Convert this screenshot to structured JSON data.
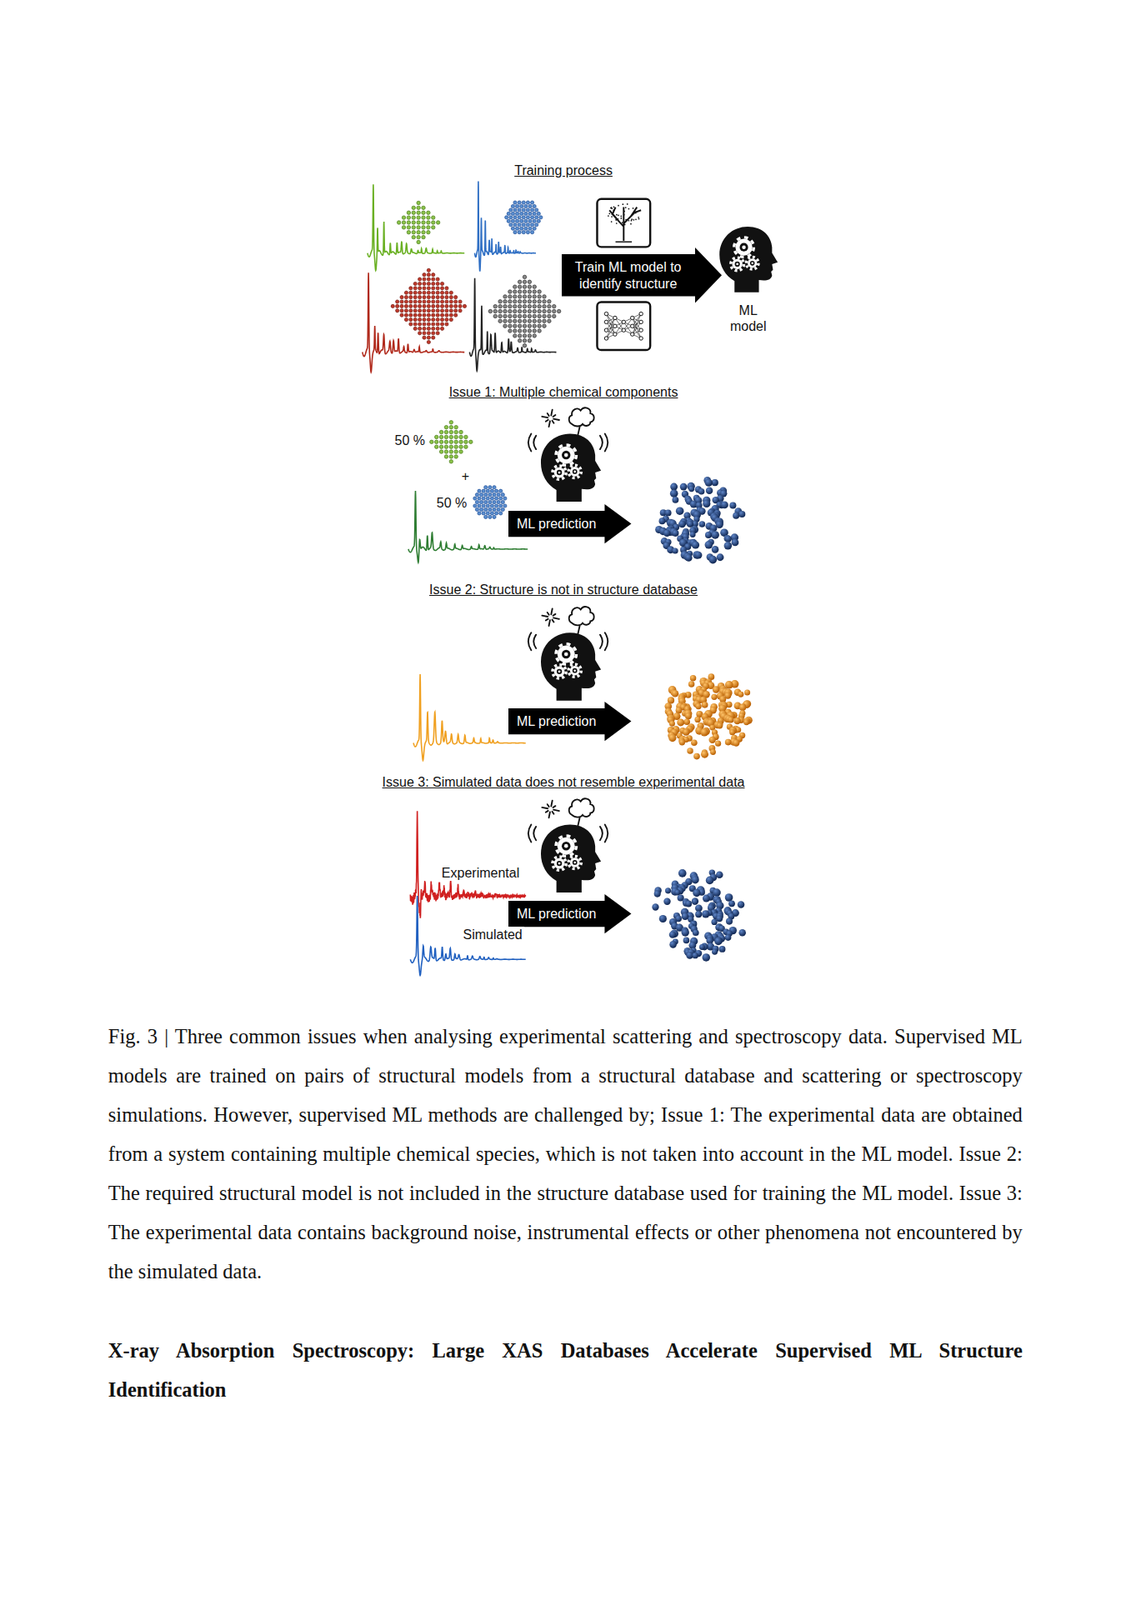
{
  "diagram": {
    "caption": "Fig. 3 | Three common issues when analysing experimental scattering and spectroscopy data. Supervised ML models are trained on pairs of structural models from a structural database and scattering or spectroscopy simulations. However, supervised ML methods are challenged by; Issue 1: The experimental data are obtained from a system containing multiple chemical species, which is not taken into account in the ML model. Issue 2: The required structural model is not included in the structure database used for training the ML model. Issue 3: The experimental data contains background noise, instrumental effects or other phenomena not encountered by the simulated data.",
    "nodes": [
      {
        "text": [
          "Train ML model to identify structure"
        ]
      },
      {
        "text": [
          "ML prediction"
        ]
      },
      {
        "text": [
          "ML prediction"
        ]
      },
      {
        "text": [
          "ML prediction"
        ]
      }
    ],
    "labels": [
      "Training process",
      "ML model",
      "Issue 1: Multiple chemical components",
      "50 %",
      "+",
      "50 %",
      "Issue 2: Structure is not in structure database",
      "Issue 3: Simulated data does not resemble experimental data",
      "Experimental",
      "Simulated",
      "X-ray Absorption Spectroscopy: Large XAS Databases Accelerate Supervised ML Structure Identification"
    ]
  }
}
